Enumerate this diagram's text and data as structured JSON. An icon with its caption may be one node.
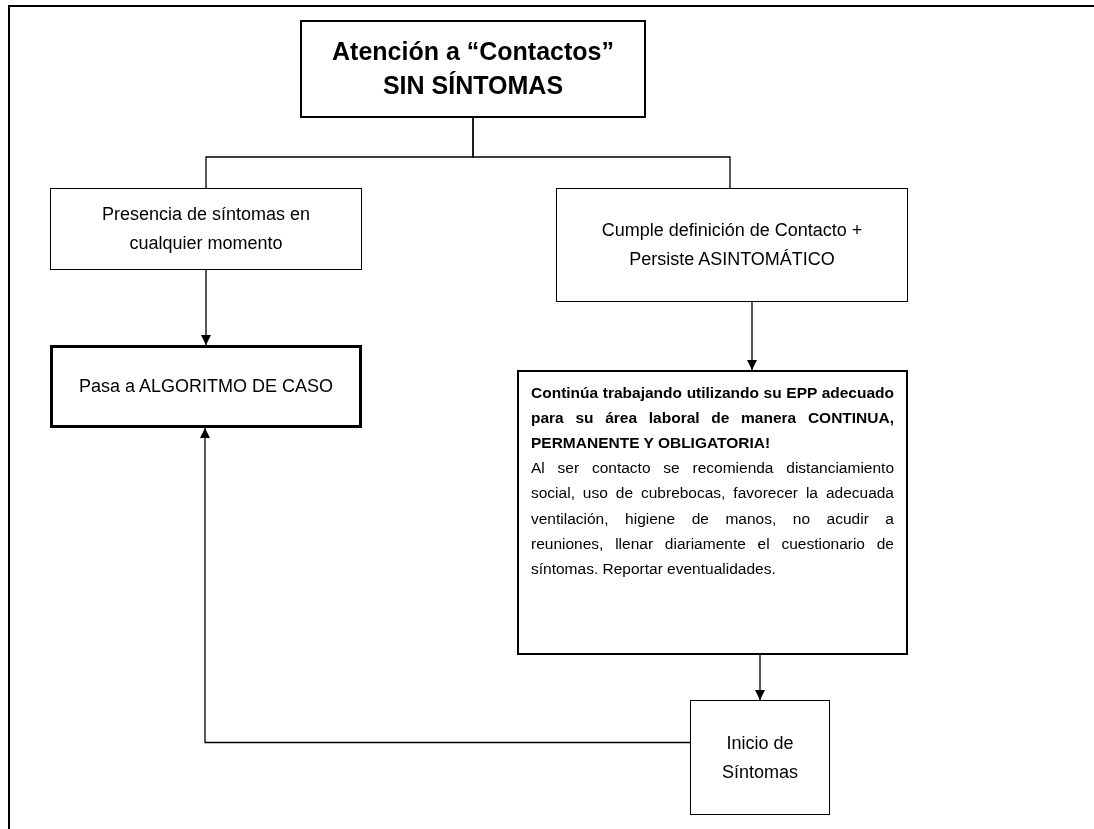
{
  "diagram": {
    "nodes": [
      {
        "text": [
          "Atención a “Contactos” SIN SÍNTOMAS"
        ]
      },
      {
        "text": [
          "Presencia de síntomas en cualquier momento"
        ]
      },
      {
        "text": [
          "Cumple definición de Contacto + Persiste ASINTOMÁTICO"
        ]
      },
      {
        "text": [
          "Pasa a ALGORITMO DE CASO"
        ]
      },
      {
        "text": [
          "Continúa trabajando utilizando su EPP adecuado para su área laboral de manera CONTINUA, PERMANENTE Y OBLIGATORIA!",
          "Al ser contacto se recomienda distanciamiento social, uso de cubrebocas, favorecer la adecuada ventilación, higiene de manos, no acudir a reuniones, llenar diariamente el cuestionario de síntomas. Reportar eventualidades."
        ]
      },
      {
        "text": [
          "Inicio de Síntomas"
        ]
      }
    ],
    "edges": [
      {
        "from": 0,
        "to": 1,
        "arrow": "none"
      },
      {
        "from": 0,
        "to": 2,
        "arrow": "none"
      },
      {
        "from": 1,
        "to": 3,
        "arrow": "to"
      },
      {
        "from": 2,
        "to": 4,
        "arrow": "to"
      },
      {
        "from": 4,
        "to": 5,
        "arrow": "to"
      },
      {
        "from": 5,
        "to": 3,
        "arrow": "to"
      }
    ]
  }
}
